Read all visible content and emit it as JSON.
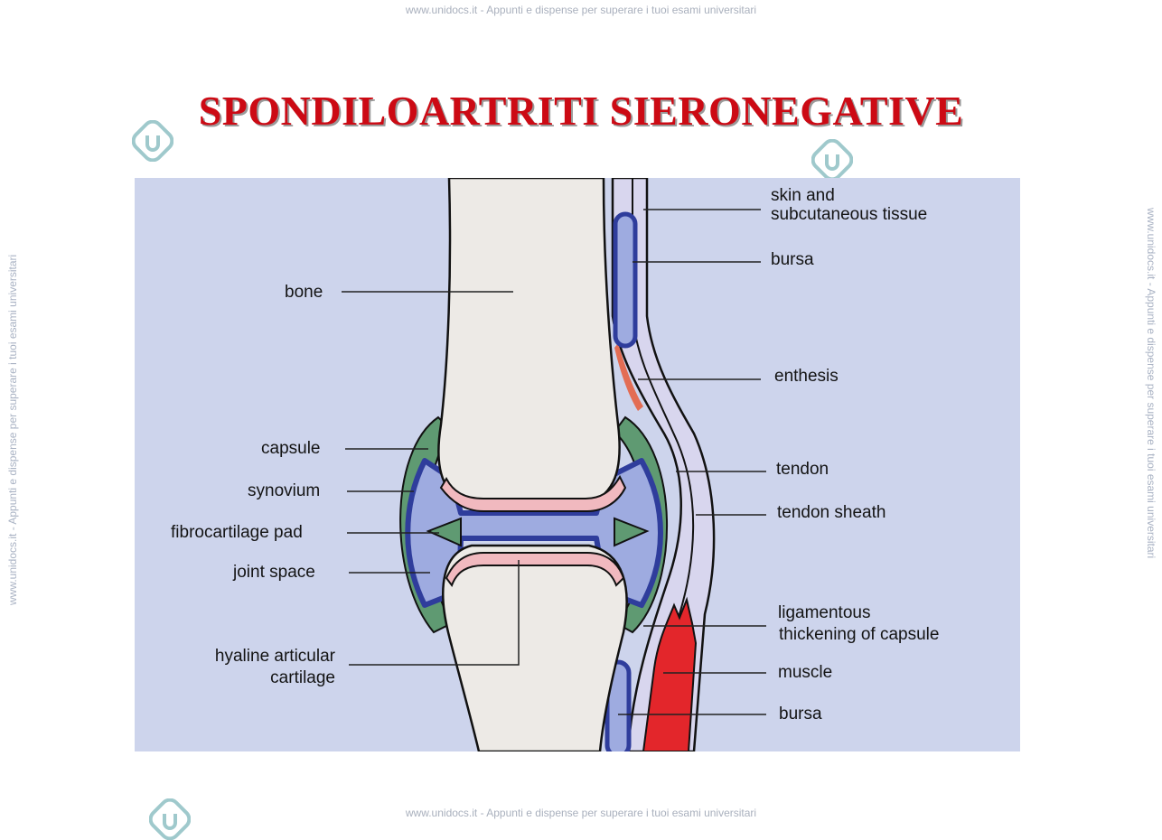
{
  "watermark": {
    "text": "www.unidocs.it - Appunti e dispense per superare i tuoi esami universitari",
    "color": "#a9b0bd"
  },
  "page": {
    "title": "SPONDILOARTRITI SIERONEGATIVE",
    "title_color": "#cc0a14"
  },
  "diagram": {
    "background": "#cdd4ec",
    "labels_left": {
      "bone": "bone",
      "capsule": "capsule",
      "synovium": "synovium",
      "fibrocartilage_pad": "fibrocartilage pad",
      "joint_space": "joint space",
      "hyaline_line1": "hyaline articular",
      "hyaline_line2": "cartilage"
    },
    "labels_right": {
      "skin_line1": "skin and",
      "skin_line2": "subcutaneous tissue",
      "bursa_top": "bursa",
      "enthesis": "enthesis",
      "tendon": "tendon",
      "tendon_sheath": "tendon sheath",
      "ligamentous_line1": "ligamentous",
      "ligamentous_line2": "thickening of capsule",
      "muscle": "muscle",
      "bursa_bottom": "bursa"
    },
    "colors": {
      "bone": "#edeae6",
      "cartilage": "#f1b9bf",
      "capsule": "#5f9a72",
      "synovium": "#2f3d9c",
      "joint_fluid": "#9eabe0",
      "muscle": "#e3262b",
      "tendon": "#d8d6ee"
    }
  }
}
